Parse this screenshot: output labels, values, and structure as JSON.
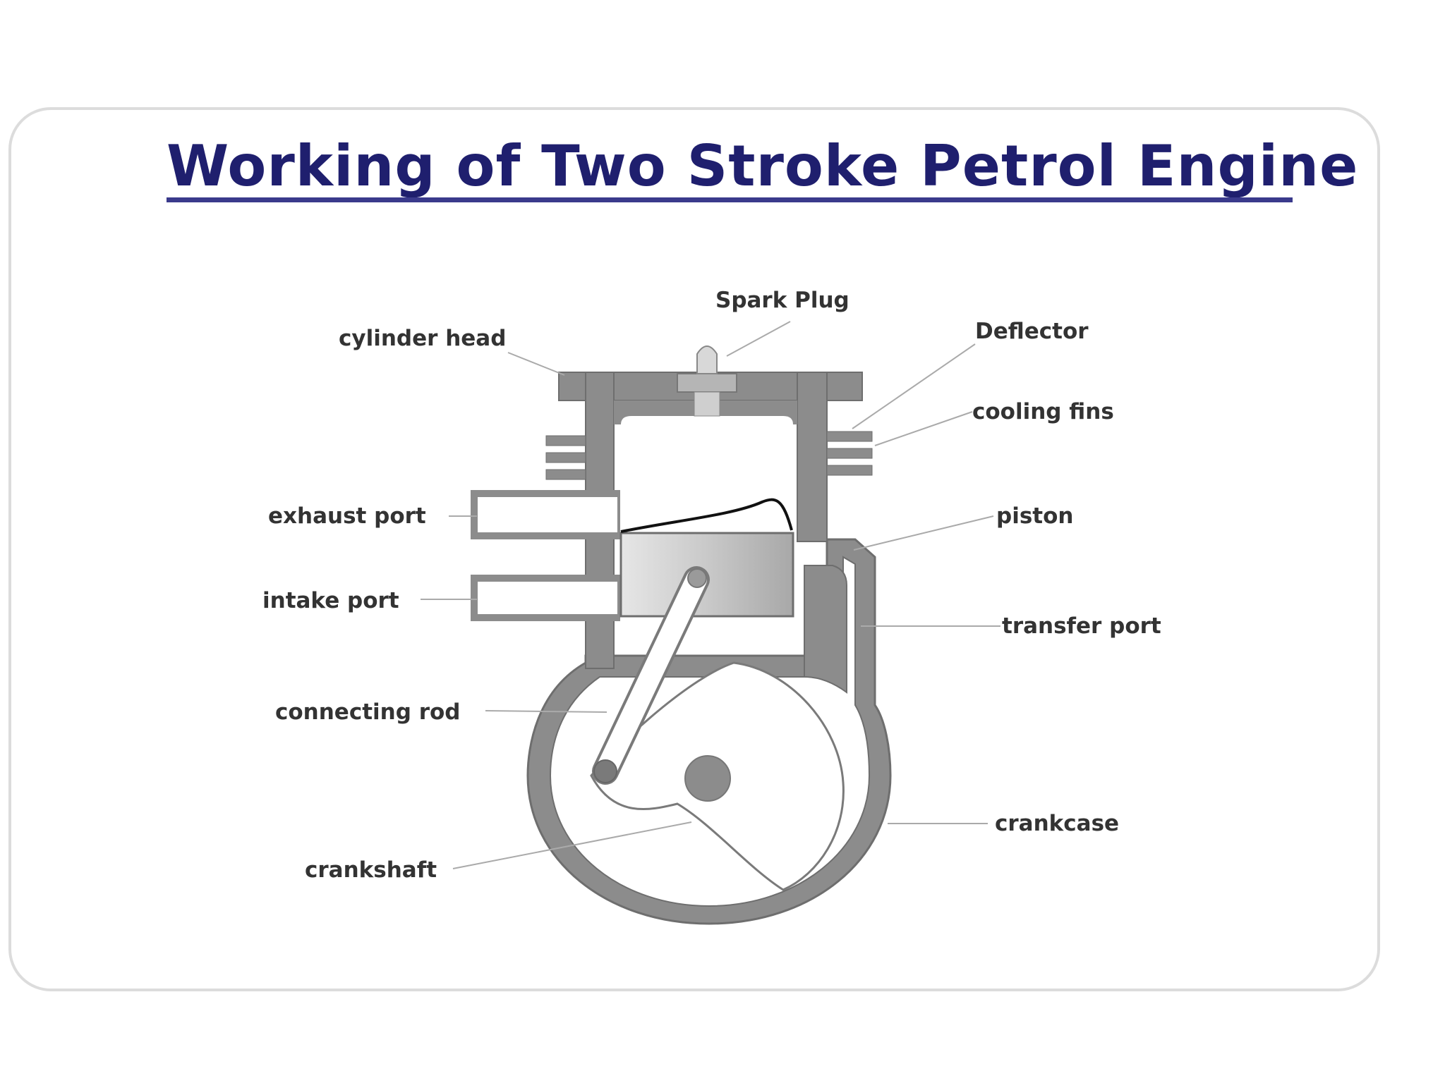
{
  "title": "Working of Two Stroke Petrol Engine",
  "labels": {
    "spark_plug": "Spark Plug",
    "cylinder_head": "cylinder head",
    "deflector": "Deflector",
    "cooling_fins": "cooling fins",
    "exhaust_port": "exhaust port",
    "piston": "piston",
    "intake_port": "intake port",
    "transfer_port": "transfer port",
    "connecting_rod": "connecting rod",
    "crankcase": "crankcase",
    "crankshaft": "crankshaft"
  },
  "colors": {
    "title": "#1f1f6e",
    "engine_body": "#8c8c8c",
    "frame_border": "#dcdcdc"
  }
}
